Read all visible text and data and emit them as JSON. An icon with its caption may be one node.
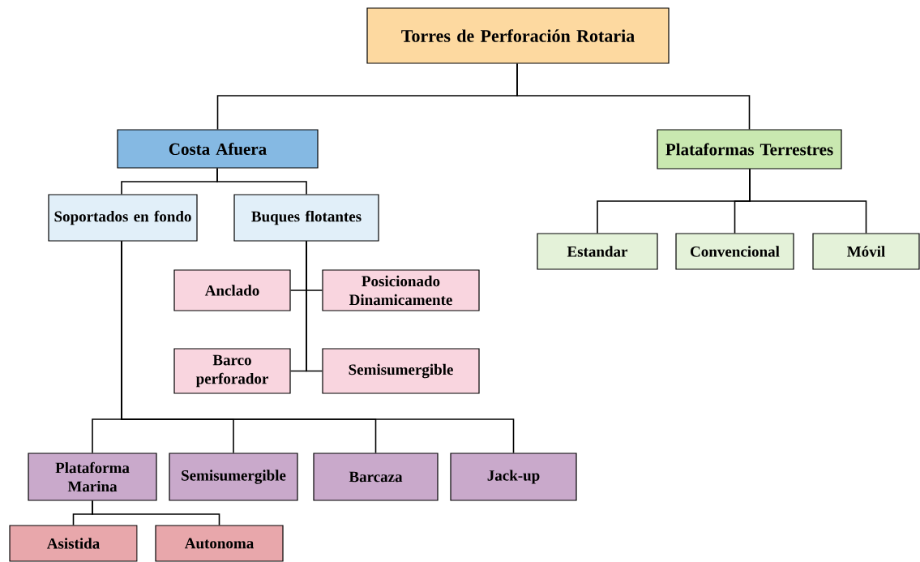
{
  "diagram": {
    "nodes": [
      {
        "text": [
          "Torres de Perforación Rotaria"
        ]
      },
      {
        "text": [
          "Costa Afuera"
        ]
      },
      {
        "text": [
          "Plataformas Terrestres"
        ]
      },
      {
        "text": [
          "Soportados en fondo"
        ]
      },
      {
        "text": [
          "Buques flotantes"
        ]
      },
      {
        "text": [
          "Anclado"
        ]
      },
      {
        "text": [
          "Posicionado Dinamicamente"
        ]
      },
      {
        "text": [
          "Barco perforador"
        ]
      },
      {
        "text": [
          "Semisumergible"
        ]
      },
      {
        "text": [
          "Estandar"
        ]
      },
      {
        "text": [
          "Convencional"
        ]
      },
      {
        "text": [
          "Móvil"
        ]
      },
      {
        "text": [
          "Plataforma Marina"
        ]
      },
      {
        "text": [
          "Semisumergible"
        ]
      },
      {
        "text": [
          "Barcaza"
        ]
      },
      {
        "text": [
          "Jack-up"
        ]
      },
      {
        "text": [
          "Asistida"
        ]
      },
      {
        "text": [
          "Autonoma"
        ]
      }
    ],
    "edges": [
      {
        "from": 0,
        "to": 1,
        "arrow": "none"
      },
      {
        "from": 0,
        "to": 2,
        "arrow": "none"
      },
      {
        "from": 1,
        "to": 3,
        "arrow": "none"
      },
      {
        "from": 1,
        "to": 4,
        "arrow": "none"
      },
      {
        "from": 4,
        "to": 5,
        "arrow": "none"
      },
      {
        "from": 4,
        "to": 6,
        "arrow": "none"
      },
      {
        "from": 4,
        "to": 7,
        "arrow": "none"
      },
      {
        "from": 4,
        "to": 8,
        "arrow": "none"
      },
      {
        "from": 2,
        "to": 9,
        "arrow": "none"
      },
      {
        "from": 2,
        "to": 10,
        "arrow": "none"
      },
      {
        "from": 2,
        "to": 11,
        "arrow": "none"
      },
      {
        "from": 3,
        "to": 12,
        "arrow": "none"
      },
      {
        "from": 3,
        "to": 13,
        "arrow": "none"
      },
      {
        "from": 3,
        "to": 14,
        "arrow": "none"
      },
      {
        "from": 3,
        "to": 15,
        "arrow": "none"
      },
      {
        "from": 12,
        "to": 16,
        "arrow": "none"
      },
      {
        "from": 12,
        "to": 17,
        "arrow": "none"
      }
    ]
  }
}
